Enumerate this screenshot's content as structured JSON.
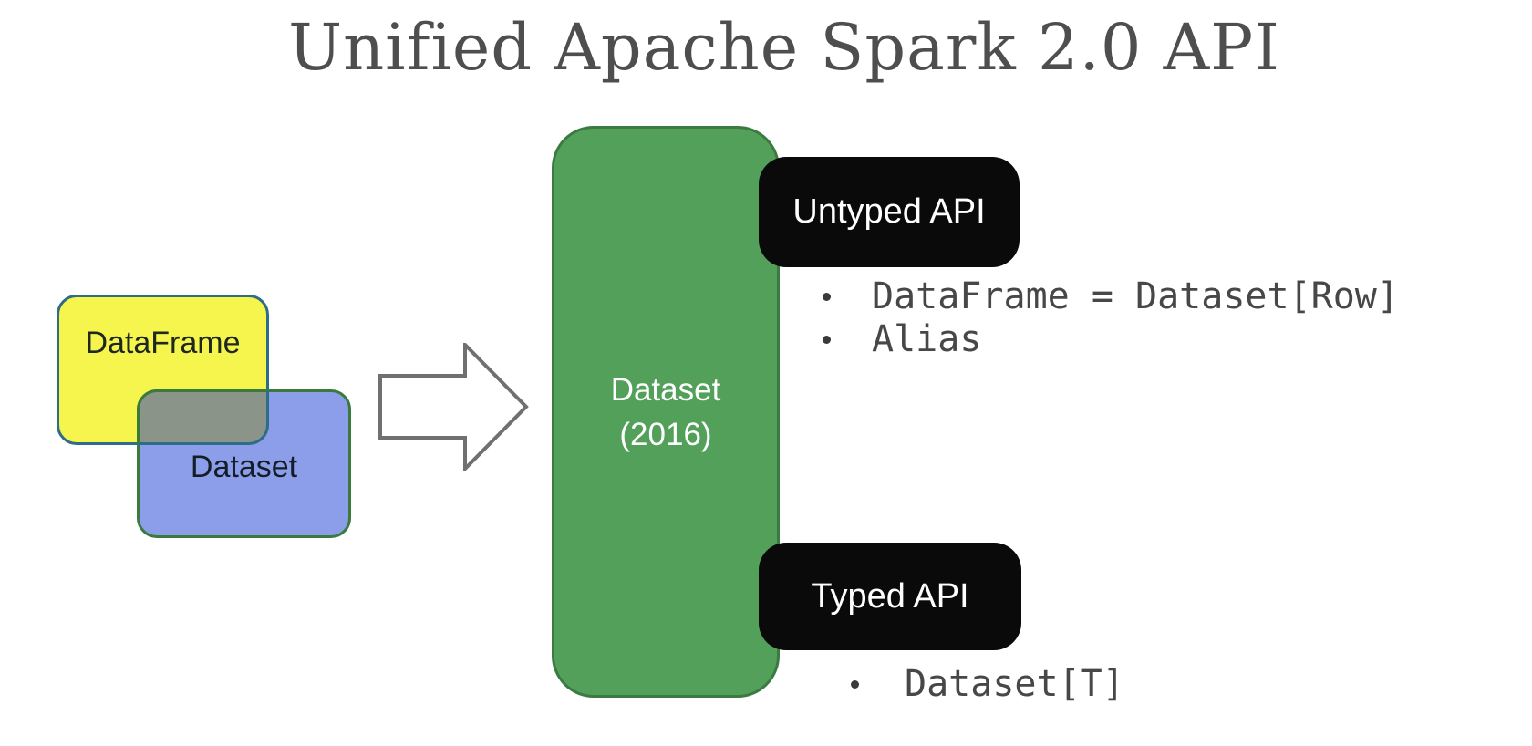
{
  "title": "Unified Apache Spark 2.0 API",
  "venn": {
    "dataframe_label": "DataFrame",
    "dataset_label": "Dataset"
  },
  "arrow": {
    "icon": "right-block-arrow"
  },
  "unified_box": {
    "name_line": "Dataset",
    "year_line": "(2016)"
  },
  "untyped_api": {
    "badge_label": "Untyped API",
    "bullets": [
      "DataFrame = Dataset[Row]",
      "Alias"
    ]
  },
  "typed_api": {
    "badge_label": "Typed API",
    "bullets": [
      "Dataset[T]"
    ]
  },
  "colors": {
    "title_text": "#4e4e4e",
    "yellow_fill": "#f5f54e",
    "yellow_border": "#2e6d85",
    "blue_fill": "#8c9eea",
    "blue_border": "#3a7b3c",
    "overlap_fill": "#8a9489",
    "green_fill": "#52a05a",
    "green_border": "#3b7a41",
    "badge_bg": "#0a0a0a",
    "badge_text": "#ffffff",
    "bullet_text": "#474747",
    "arrow_stroke": "#707070"
  }
}
